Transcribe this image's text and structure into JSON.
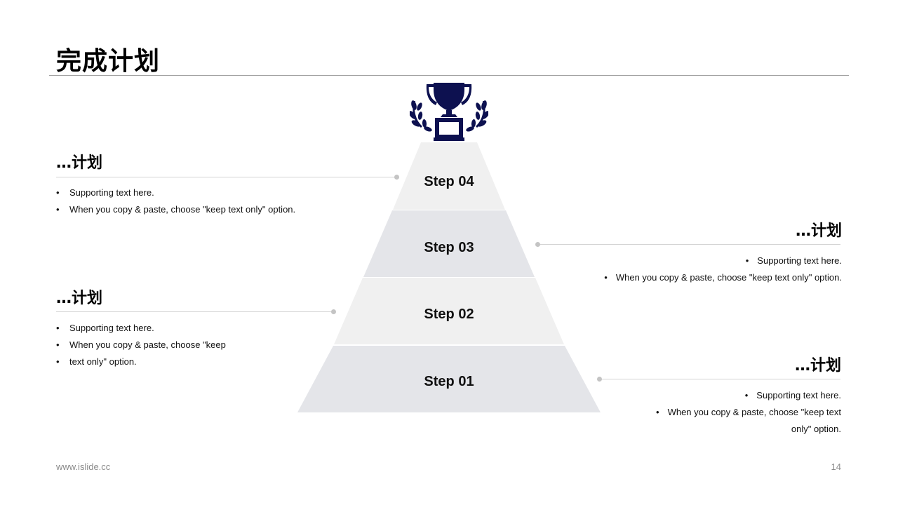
{
  "slide": {
    "title": "完成计划",
    "footer_url": "www.islide.cc",
    "page_number": "14"
  },
  "colors": {
    "trophy": "#0d1150",
    "tier_light": "#f0f0f0",
    "tier_dark": "#e4e5e9",
    "connector": "#d4d4d4"
  },
  "icons": [
    "trophy-icon",
    "laurel-left-icon",
    "laurel-right-icon"
  ],
  "pyramid": {
    "tiers": [
      {
        "label": "Step 04"
      },
      {
        "label": "Step 03"
      },
      {
        "label": "Step 02"
      },
      {
        "label": "Step 01"
      }
    ]
  },
  "sections": [
    {
      "heading": "…计划",
      "bullets": [
        "Supporting text here.",
        "When you copy & paste, choose \"keep text only\" option."
      ]
    },
    {
      "heading": "…计划",
      "bullets": [
        "Supporting text here.",
        "When you copy & paste, choose \"keep text only\" option."
      ]
    },
    {
      "heading": "…计划",
      "bullets": [
        "Supporting text here.",
        "When you copy & paste, choose \"keep",
        "text only\" option."
      ]
    },
    {
      "heading": "…计划",
      "bullets": [
        "Supporting text here.",
        "When you copy & paste, choose \"keep text",
        "only\" option."
      ]
    }
  ]
}
